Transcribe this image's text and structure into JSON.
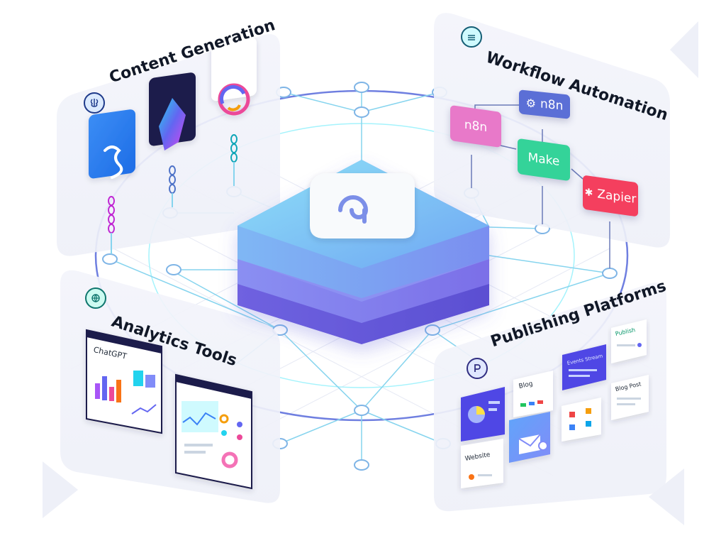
{
  "panels": {
    "content_generation": {
      "title": "Content Generation",
      "icon": "brain-icon"
    },
    "workflow_automation": {
      "title": "Workflow Automation",
      "icon": "layers-icon",
      "nodes": {
        "n8n_top": "n8n",
        "n8n_left": "n8n",
        "make": "Make",
        "zapier": "Zapier"
      }
    },
    "analytics_tools": {
      "title": "Analytics Tools",
      "icon": "globe-icon",
      "dashboard_label": "ChatGPT"
    },
    "publishing_platforms": {
      "title": "Publishing Platforms",
      "icon": "p-logo-icon",
      "cards": {
        "publish": "Publish",
        "blog": "Blog",
        "blog_post": "Blog Post",
        "website": "Website",
        "events": "Events Stream"
      }
    }
  },
  "colors": {
    "accent": "#6366f1",
    "cyan": "#22d3ee",
    "ring": "#6f7fe0",
    "n8n_top": "#5b6fd6",
    "n8n_left": "#e879c9",
    "make": "#34d399",
    "zapier": "#f43f5e"
  }
}
